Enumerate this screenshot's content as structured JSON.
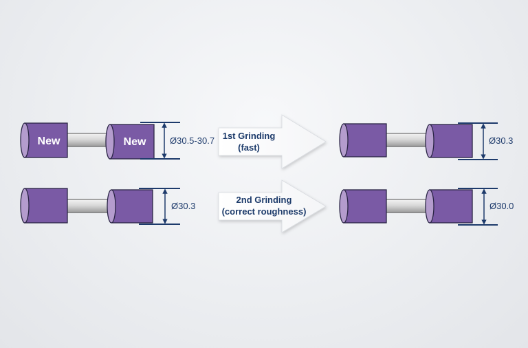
{
  "colors": {
    "wheel_body": "#7a5aa5",
    "wheel_face": "#b49ccd",
    "outline": "#2a2545",
    "dimension": "#1d3a6b"
  },
  "steps": [
    {
      "before": {
        "left_wheel_label": "New",
        "right_wheel_label": "New",
        "diameter": "Ø30.5-30.7"
      },
      "arrow": {
        "line1": "1st Grinding",
        "line2": "(fast)"
      },
      "after": {
        "diameter": "Ø30.3"
      }
    },
    {
      "before": {
        "left_wheel_label": "",
        "right_wheel_label": "",
        "diameter": "Ø30.3"
      },
      "arrow": {
        "line1": "2nd Grinding",
        "line2": "(correct roughness)"
      },
      "after": {
        "diameter": "Ø30.0"
      }
    }
  ]
}
